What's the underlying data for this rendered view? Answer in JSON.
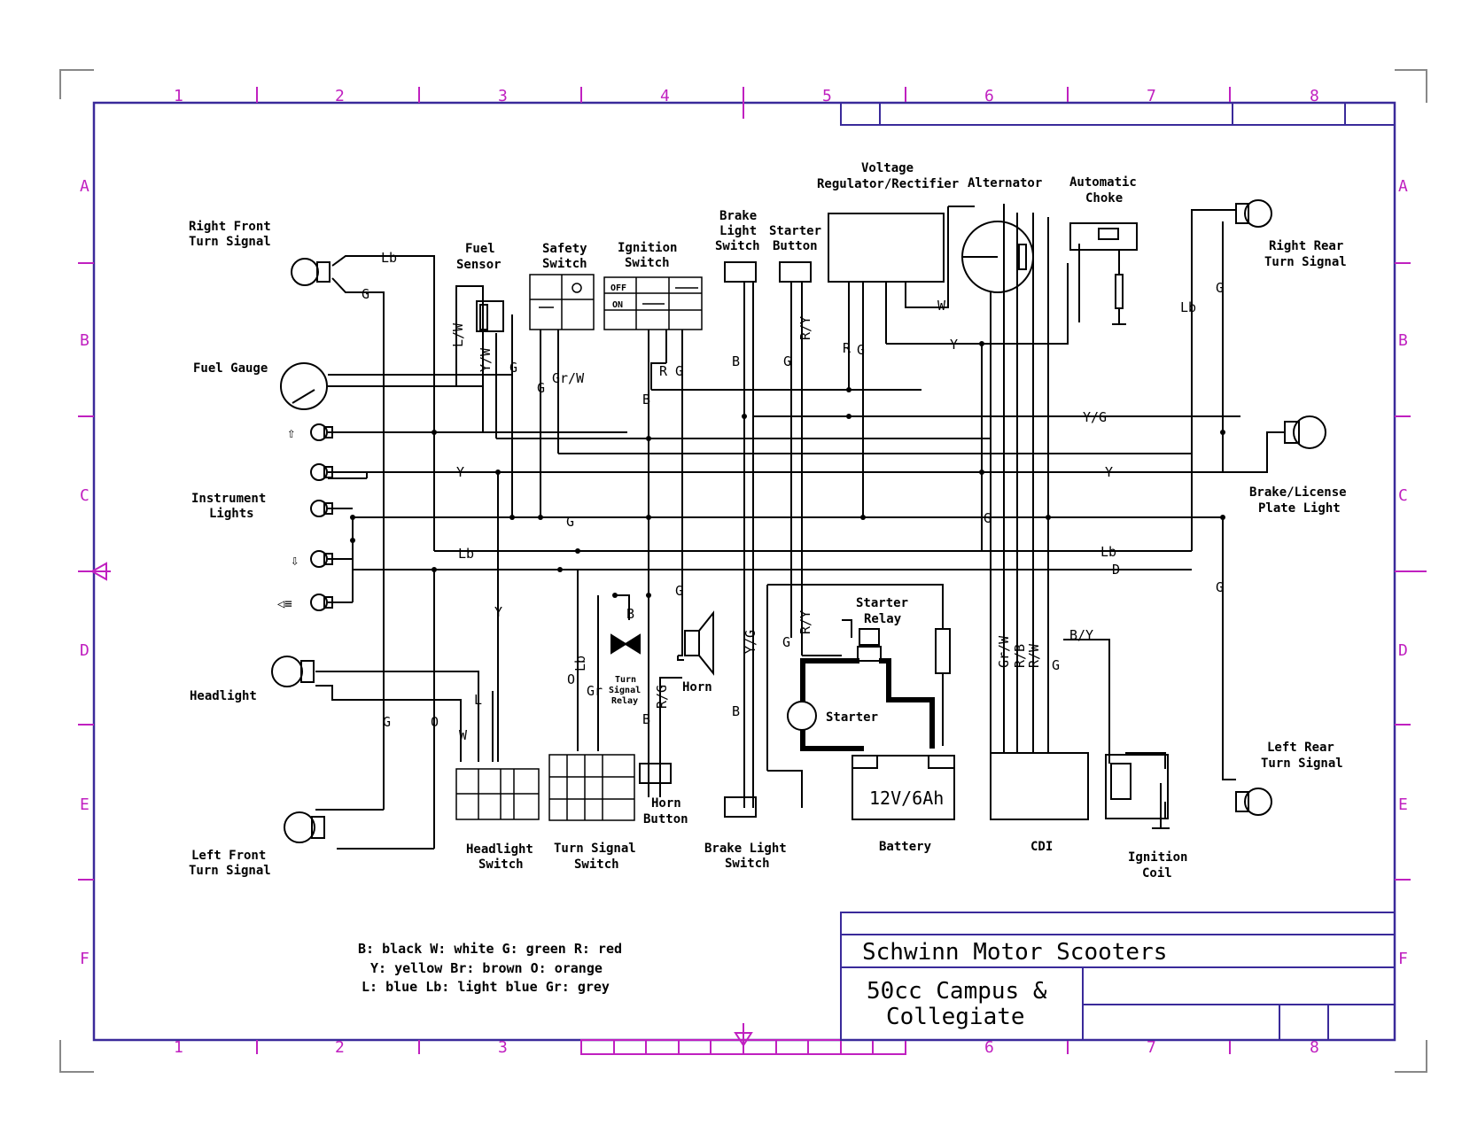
{
  "colors": {
    "frame": "#3a2a9a",
    "grid": "#c020c0",
    "ink": "#000000"
  },
  "grid": {
    "columns": [
      "1",
      "2",
      "3",
      "4",
      "5",
      "6",
      "7",
      "8"
    ],
    "rows": [
      "A",
      "B",
      "C",
      "D",
      "E",
      "F"
    ]
  },
  "title_block": {
    "company": "Schwinn Motor Scooters",
    "model_line1": "50cc Campus &",
    "model_line2": "Collegiate"
  },
  "legend": {
    "line1": "B: black  W: white  G: green  R: red",
    "line2": "Y: yellow  Br: brown  O: orange",
    "line3": "L: blue  Lb: light blue  Gr: grey"
  },
  "components": {
    "right_front_turn": [
      "Right Front",
      "Turn Signal"
    ],
    "fuel_gauge": [
      "Fuel Gauge"
    ],
    "instrument_lights": [
      "Instrument",
      "Lights"
    ],
    "headlight": [
      "Headlight"
    ],
    "left_front_turn": [
      "Left Front",
      "Turn Signal"
    ],
    "fuel_sensor": [
      "Fuel",
      "Sensor"
    ],
    "safety_switch": [
      "Safety",
      "Switch"
    ],
    "ignition_switch": [
      "Ignition",
      "Switch"
    ],
    "brake_light_switch_top": [
      "Brake",
      "Light",
      "Switch"
    ],
    "starter_button": [
      "Starter",
      "Button"
    ],
    "voltage_regulator": [
      "Voltage",
      "Regulator/Rectifier"
    ],
    "alternator": [
      "Alternator"
    ],
    "automatic_choke": [
      "Automatic",
      "Choke"
    ],
    "right_rear_turn": [
      "Right Rear",
      "Turn Signal"
    ],
    "brake_license": [
      "Brake/License",
      "Plate Light"
    ],
    "left_rear_turn": [
      "Left Rear",
      "Turn Signal"
    ],
    "starter_relay": [
      "Starter",
      "Relay"
    ],
    "starter": [
      "Starter"
    ],
    "horn": [
      "Horn"
    ],
    "horn_button": [
      "Horn",
      "Button"
    ],
    "turn_signal_relay": [
      "Turn",
      "Signal",
      "Relay"
    ],
    "headlight_switch": [
      "Headlight",
      "Switch"
    ],
    "turn_signal_switch": [
      "Turn Signal",
      "Switch"
    ],
    "brake_light_switch_bottom": [
      "Brake Light",
      "Switch"
    ],
    "battery": [
      "Battery"
    ],
    "battery_rating": "12V/6Ah",
    "cdi": [
      "CDI"
    ],
    "ignition_coil": [
      "Ignition",
      "Coil"
    ]
  },
  "switch_labels": {
    "off": "OFF",
    "on": "ON"
  },
  "wires": {
    "Lb": "Lb",
    "G": "G",
    "W": "W",
    "Y": "Y",
    "B": "B",
    "R": "R",
    "O": "O",
    "L": "L",
    "LW": "L/W",
    "YW": "Y/W",
    "GrW": "Gr/W",
    "RY": "R/Y",
    "YG": "Y/G",
    "RG": "R/G",
    "Gr": "Gr",
    "D": "D",
    "GrW2": "Gr/W",
    "RB": "R/B",
    "RW": "R/W",
    "BY": "B/Y"
  }
}
